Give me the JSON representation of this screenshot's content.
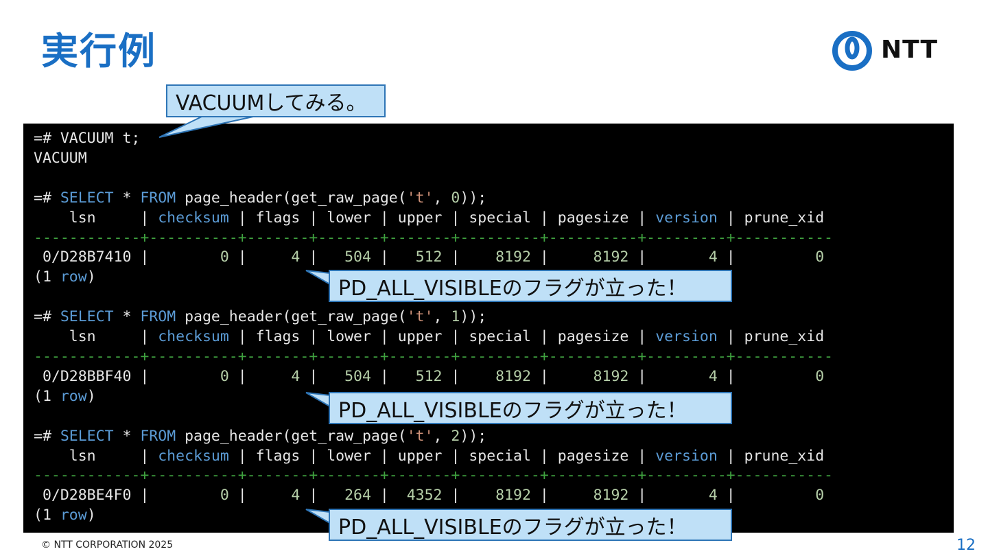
{
  "title": "実行例",
  "brand": {
    "name": "NTT",
    "color": "#1a6fc4",
    "icon": "ntt-logo-icon"
  },
  "callouts": {
    "vacuum": "VACUUMしてみる。",
    "visible": "PD_ALL_VISIBLEのフラグが立った！"
  },
  "terminal": {
    "vacuum_cmd": "=# VACUUM t;",
    "vacuum_result": "VACUUM",
    "prompt": "=# ",
    "select_kw": "SELECT",
    "star": " * ",
    "from_kw": "FROM",
    "func": " page_header(get_raw_page(",
    "table_name": "'t'",
    "comma": ", ",
    "close": "));",
    "headers": {
      "lsn": "    lsn     ",
      "pipe": "|",
      "checksum": " checksum ",
      "flags": " flags ",
      "lower": " lower ",
      "upper": " upper ",
      "special": " special ",
      "pagesize": " pagesize ",
      "version": " version ",
      "prune_xid": " prune_xid"
    },
    "separator": "------------+----------+-------+-------+-------+---------+----------+---------+-----------",
    "row_count_open": "(1 ",
    "row_word": "row",
    "row_count_close": ")",
    "queries": [
      {
        "page": "0",
        "lsn": " 0/D28B7410 ",
        "checksum": "        0 ",
        "flags": "     4 ",
        "lower": "   504 ",
        "upper": "   512 ",
        "special": "    8192 ",
        "pagesize": "     8192 ",
        "version": "       4 ",
        "prune_xid": "         0"
      },
      {
        "page": "1",
        "lsn": " 0/D28BBF40 ",
        "checksum": "        0 ",
        "flags": "     4 ",
        "lower": "   504 ",
        "upper": "   512 ",
        "special": "    8192 ",
        "pagesize": "     8192 ",
        "version": "       4 ",
        "prune_xid": "         0"
      },
      {
        "page": "2",
        "lsn": " 0/D28BE4F0 ",
        "checksum": "        0 ",
        "flags": "     4 ",
        "lower": "   264 ",
        "upper": "  4352 ",
        "special": "    8192 ",
        "pagesize": "     8192 ",
        "version": "       4 ",
        "prune_xid": "         0"
      }
    ]
  },
  "footer": {
    "copyright": "© NTT CORPORATION 2025",
    "page": "12"
  },
  "colors": {
    "keyword": "#5b9bd5",
    "string": "#ce9178",
    "number": "#b5cea8",
    "separator": "#3fa13f",
    "callout_bg": "#bfe0f7",
    "callout_border": "#2e75b6"
  }
}
